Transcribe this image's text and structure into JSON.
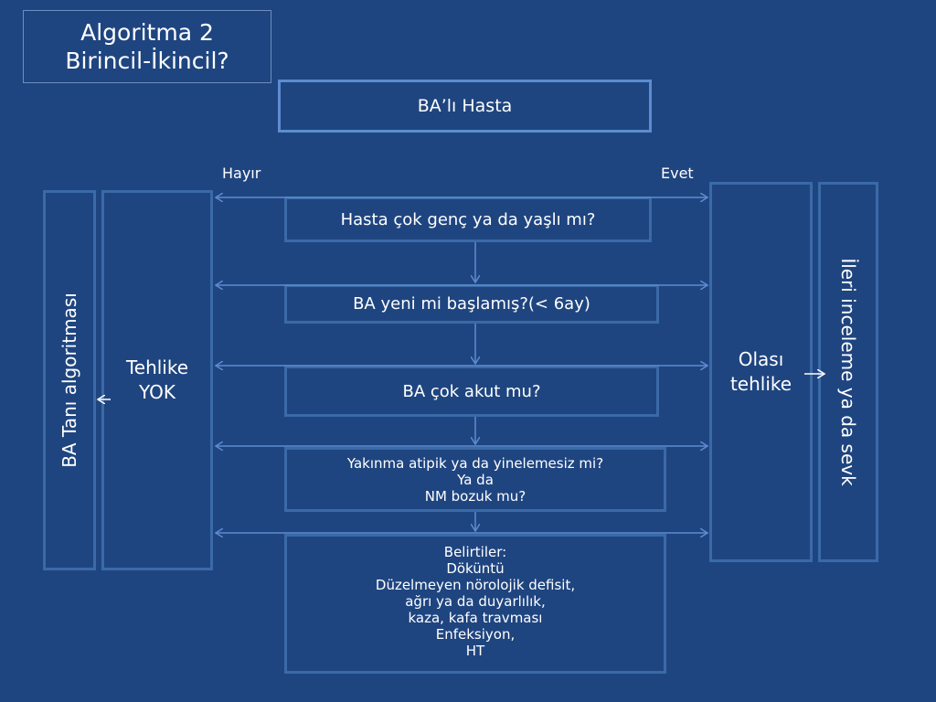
{
  "title": {
    "line1": "Algoritma 2",
    "line2": "Birincil-İkincil?"
  },
  "start": "BA’lı Hasta",
  "labels": {
    "no": "Hayır",
    "yes": "Evet"
  },
  "left": {
    "outer": "BA Tanı algoritması",
    "inner_line1": "Tehlike",
    "inner_line2": "YOK"
  },
  "right": {
    "inner_line1": "Olası",
    "inner_line2": "tehlike",
    "outer": "İleri inceleme ya da sevk"
  },
  "questions": {
    "q1": "Hasta çok genç ya da yaşlı mı?",
    "q2": "BA yeni mi başlamış?(< 6ay)",
    "q3": "BA çok akut mu?",
    "q4": {
      "line1": "Yakınma  atipik ya da yinelemesiz mi?",
      "line2": "Ya da",
      "line3": "NM bozuk mu?"
    },
    "q5": {
      "line1": "Belirtiler:",
      "line2": "Döküntü",
      "line3": "Düzelmeyen nörolojik defisit,",
      "line4": "ağrı ya da duyarlılık,",
      "line5": "kaza, kafa travması",
      "line6": "Enfeksiyon,",
      "line7": "HT"
    }
  },
  "colors": {
    "background": "#1f4580",
    "box_border": "#3a6aa8",
    "arrow": "#5d8cd0"
  }
}
